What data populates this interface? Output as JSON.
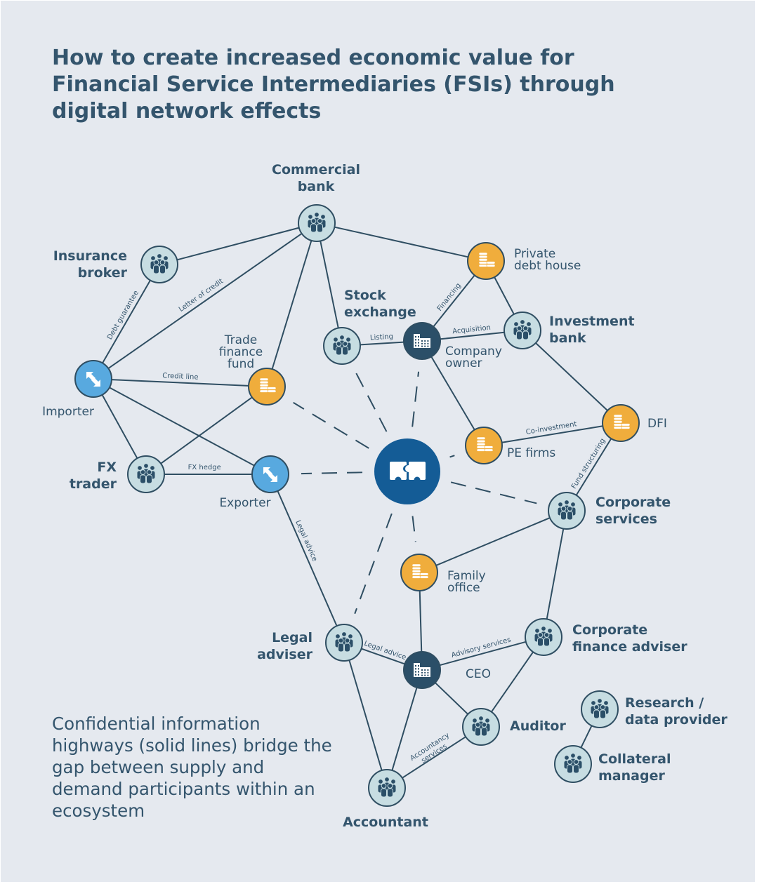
{
  "title": "How to create increased economic value for Financial Service Intermediaries (FSIs) through digital network effects",
  "footnote": "Confidential information highways (solid lines) bridge the gap between supply and demand participants within an ecosystem",
  "colors": {
    "background": "#e5e9ef",
    "text": "#34556d",
    "edge": "#2f4e62",
    "people_fill": "#c7dde2",
    "fund_fill": "#f0ad3c",
    "trade_fill": "#58a9df",
    "building_fill": "#2b4f68",
    "hub_fill": "#145c96"
  },
  "nodes": [
    {
      "id": "commercial-bank",
      "type": "people",
      "icon": "people-icon",
      "label": [
        "Commercial",
        "bank"
      ]
    },
    {
      "id": "insurance-broker",
      "type": "people",
      "icon": "people-icon",
      "label": [
        "Insurance",
        "broker"
      ]
    },
    {
      "id": "private-debt-house",
      "type": "fund",
      "icon": "coins-icon",
      "label": [
        "Private",
        "debt house"
      ]
    },
    {
      "id": "stock-exchange",
      "type": "people",
      "icon": "people-icon",
      "label": [
        "Stock",
        "exchange"
      ]
    },
    {
      "id": "company-owner",
      "type": "building",
      "icon": "building-icon",
      "label": [
        "Company",
        "owner"
      ]
    },
    {
      "id": "investment-bank",
      "type": "people",
      "icon": "people-icon",
      "label": [
        "Investment",
        "bank"
      ]
    },
    {
      "id": "trade-finance-fund",
      "type": "fund",
      "icon": "coins-icon",
      "label": [
        "Trade",
        "finance",
        "fund"
      ]
    },
    {
      "id": "importer",
      "type": "trade",
      "icon": "exchange-arrows-icon",
      "label": [
        "Importer"
      ]
    },
    {
      "id": "pe-firms",
      "type": "fund",
      "icon": "coins-icon",
      "label": [
        "PE firms"
      ]
    },
    {
      "id": "dfi",
      "type": "fund",
      "icon": "coins-icon",
      "label": [
        "DFI"
      ]
    },
    {
      "id": "fx-trader",
      "type": "people",
      "icon": "people-icon",
      "label": [
        "FX",
        "trader"
      ]
    },
    {
      "id": "exporter",
      "type": "trade",
      "icon": "exchange-arrows-icon",
      "label": [
        "Exporter"
      ]
    },
    {
      "id": "platform-hub",
      "type": "hub",
      "icon": "puzzle-icon",
      "label": []
    },
    {
      "id": "corporate-services",
      "type": "people",
      "icon": "people-icon",
      "label": [
        "Corporate",
        "services"
      ]
    },
    {
      "id": "family-office",
      "type": "fund",
      "icon": "coins-icon",
      "label": [
        "Family",
        "office"
      ]
    },
    {
      "id": "legal-adviser",
      "type": "people",
      "icon": "people-icon",
      "label": [
        "Legal",
        "adviser"
      ]
    },
    {
      "id": "ceo",
      "type": "building",
      "icon": "building-icon",
      "label": [
        "CEO"
      ]
    },
    {
      "id": "corporate-finance-adviser",
      "type": "people",
      "icon": "people-icon",
      "label": [
        "Corporate",
        "finance adviser"
      ]
    },
    {
      "id": "auditor",
      "type": "people",
      "icon": "people-icon",
      "label": [
        "Auditor"
      ]
    },
    {
      "id": "accountant",
      "type": "people",
      "icon": "people-icon",
      "label": [
        "Accountant"
      ]
    },
    {
      "id": "research-data-provider",
      "type": "people",
      "icon": "people-icon",
      "label": [
        "Research /",
        "data provider"
      ]
    },
    {
      "id": "collateral-manager",
      "type": "people",
      "icon": "people-icon",
      "label": [
        "Collateral",
        "manager"
      ]
    }
  ],
  "edges": [
    {
      "from": "insurance-broker",
      "to": "commercial-bank",
      "label": ""
    },
    {
      "from": "commercial-bank",
      "to": "private-debt-house",
      "label": ""
    },
    {
      "from": "commercial-bank",
      "to": "stock-exchange",
      "label": ""
    },
    {
      "from": "commercial-bank",
      "to": "trade-finance-fund",
      "label": ""
    },
    {
      "from": "commercial-bank",
      "to": "importer",
      "label": "Letter of credit"
    },
    {
      "from": "insurance-broker",
      "to": "importer",
      "label": "Debt guarantee"
    },
    {
      "from": "private-debt-house",
      "to": "company-owner",
      "label": "Financing"
    },
    {
      "from": "private-debt-house",
      "to": "investment-bank",
      "label": ""
    },
    {
      "from": "stock-exchange",
      "to": "company-owner",
      "label": "Listing"
    },
    {
      "from": "company-owner",
      "to": "investment-bank",
      "label": "Acquisition"
    },
    {
      "from": "company-owner",
      "to": "pe-firms",
      "label": ""
    },
    {
      "from": "investment-bank",
      "to": "dfi",
      "label": ""
    },
    {
      "from": "importer",
      "to": "trade-finance-fund",
      "label": "Credit line"
    },
    {
      "from": "importer",
      "to": "fx-trader",
      "label": ""
    },
    {
      "from": "importer",
      "to": "exporter",
      "label": ""
    },
    {
      "from": "trade-finance-fund",
      "to": "fx-trader",
      "label": ""
    },
    {
      "from": "fx-trader",
      "to": "exporter",
      "label": "FX hedge"
    },
    {
      "from": "pe-firms",
      "to": "dfi",
      "label": "Co-investment"
    },
    {
      "from": "dfi",
      "to": "corporate-services",
      "label": "Fund structuring"
    },
    {
      "from": "corporate-services",
      "to": "family-office",
      "label": ""
    },
    {
      "from": "corporate-services",
      "to": "corporate-finance-adviser",
      "label": ""
    },
    {
      "from": "exporter",
      "to": "legal-adviser",
      "label": "Legal advice"
    },
    {
      "from": "family-office",
      "to": "ceo",
      "label": ""
    },
    {
      "from": "legal-adviser",
      "to": "ceo",
      "label": "Legal advice"
    },
    {
      "from": "ceo",
      "to": "corporate-finance-adviser",
      "label": "Advisory services"
    },
    {
      "from": "ceo",
      "to": "auditor",
      "label": ""
    },
    {
      "from": "ceo",
      "to": "accountant",
      "label": ""
    },
    {
      "from": "corporate-finance-adviser",
      "to": "auditor",
      "label": ""
    },
    {
      "from": "legal-adviser",
      "to": "accountant",
      "label": ""
    },
    {
      "from": "auditor",
      "to": "accountant",
      "label": "Accountancy services"
    },
    {
      "from": "research-data-provider",
      "to": "collateral-manager",
      "label": ""
    },
    {
      "from": "platform-hub",
      "to": "trade-finance-fund",
      "label": "",
      "style": "dashed"
    },
    {
      "from": "platform-hub",
      "to": "stock-exchange",
      "label": "",
      "style": "dashed"
    },
    {
      "from": "platform-hub",
      "to": "company-owner",
      "label": "",
      "style": "dashed"
    },
    {
      "from": "platform-hub",
      "to": "pe-firms",
      "label": "",
      "style": "dashed"
    },
    {
      "from": "platform-hub",
      "to": "exporter",
      "label": "",
      "style": "dashed"
    },
    {
      "from": "platform-hub",
      "to": "corporate-services",
      "label": "",
      "style": "dashed"
    },
    {
      "from": "platform-hub",
      "to": "family-office",
      "label": "",
      "style": "dashed"
    },
    {
      "from": "platform-hub",
      "to": "legal-adviser",
      "label": "",
      "style": "dashed"
    }
  ]
}
